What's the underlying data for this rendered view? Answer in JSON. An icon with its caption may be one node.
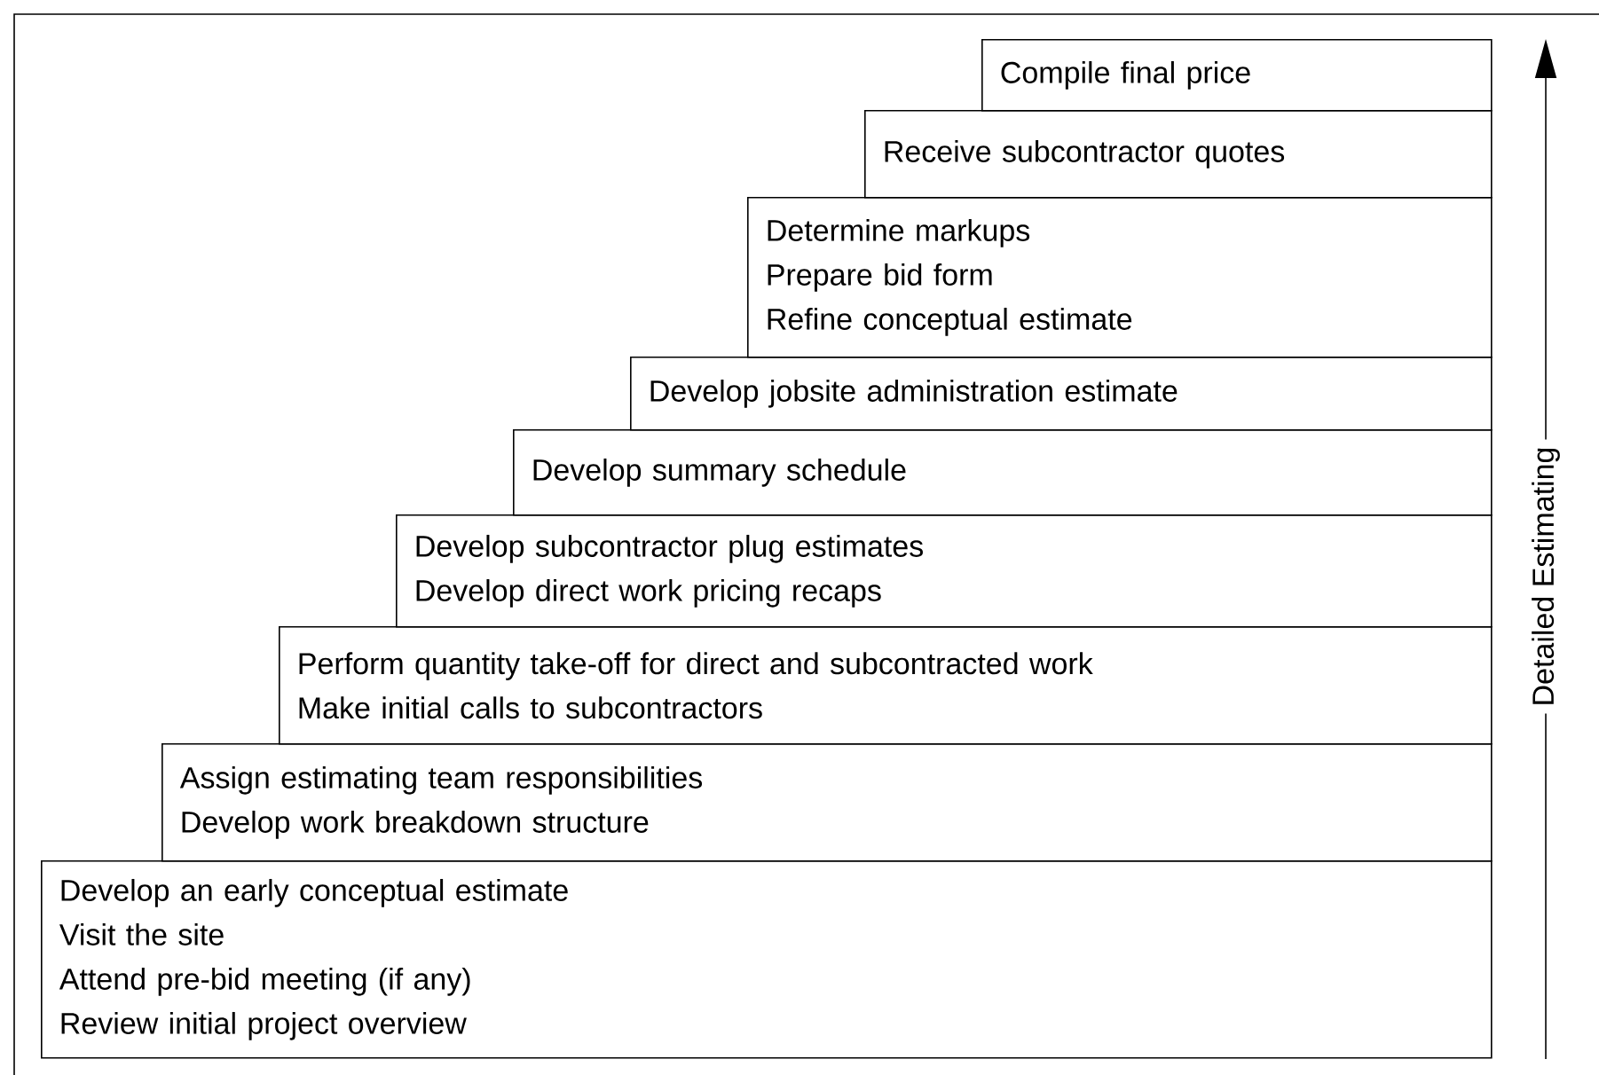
{
  "diagram": {
    "nodes": [
      {
        "text": [
          "Compile final price"
        ]
      },
      {
        "text": [
          "Receive subcontractor quotes"
        ]
      },
      {
        "text": [
          "Determine markups",
          "Prepare bid form",
          "Refine conceptual estimate"
        ]
      },
      {
        "text": [
          "Develop jobsite administration estimate"
        ]
      },
      {
        "text": [
          "Develop summary schedule"
        ]
      },
      {
        "text": [
          "Develop subcontractor plug estimates",
          "Develop direct work pricing recaps"
        ]
      },
      {
        "text": [
          "Perform quantity take-off for direct and subcontracted work",
          "Make initial calls to subcontractors"
        ]
      },
      {
        "text": [
          "Assign estimating team responsibilities",
          "Develop work breakdown structure"
        ]
      },
      {
        "text": [
          "Develop an early conceptual estimate",
          "Visit the site",
          "Attend pre-bid meeting (if any)",
          "Review initial project overview"
        ]
      }
    ],
    "labels": [
      "Detailed Estimating"
    ]
  }
}
